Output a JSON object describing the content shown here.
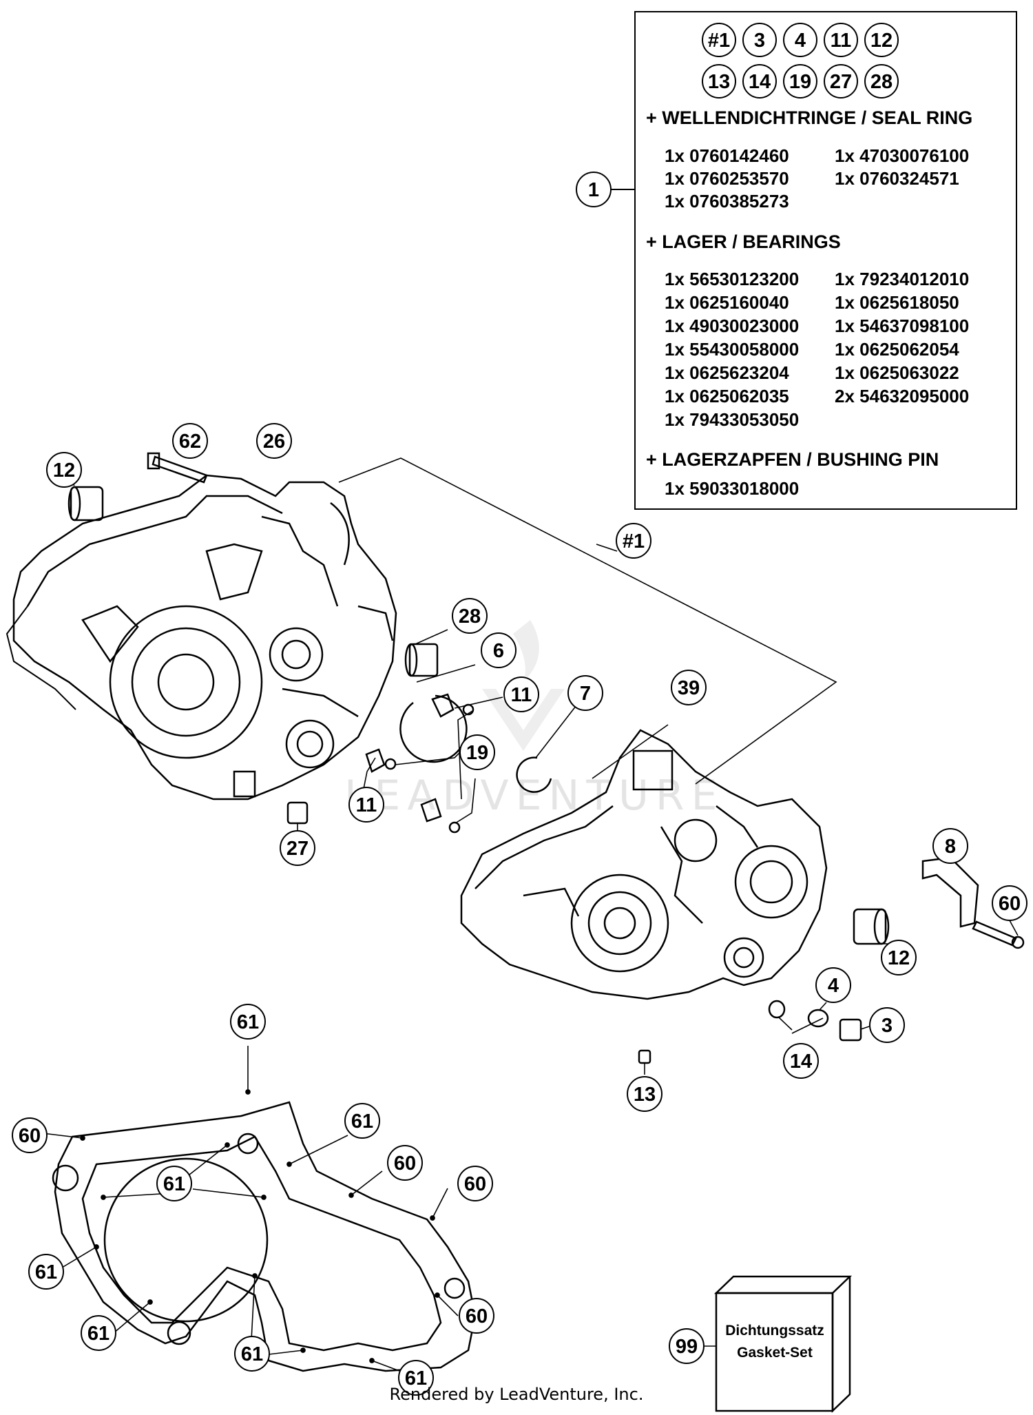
{
  "kit_box": {
    "callouts_row1": [
      "#1",
      "3",
      "4",
      "11",
      "12"
    ],
    "callouts_row2": [
      "13",
      "14",
      "19",
      "27",
      "28"
    ],
    "sections": [
      {
        "heading": "+ WELLENDICHTRINGE / SEAL RING",
        "items": [
          "1x 0760142460",
          "1x 47030076100",
          "1x 0760253570",
          "1x 0760324571",
          "1x 0760385273"
        ]
      },
      {
        "heading": "+ LAGER / BEARINGS",
        "items": [
          "1x 56530123200",
          "1x 79234012010",
          "1x 0625160040",
          "1x 0625618050",
          "1x 49030023000",
          "1x 54637098100",
          "1x 55430058000",
          "1x 0625062054",
          "1x 0625623204",
          "1x 0625063022",
          "1x 0625062035",
          "2x 54632095000",
          "1x 79433053050"
        ]
      },
      {
        "heading": "+ LAGERZAPFEN / BUSHING PIN",
        "items": [
          "1x 59033018000"
        ]
      }
    ]
  },
  "callouts": {
    "c1": "1",
    "c12a": "12",
    "c62": "62",
    "c26": "26",
    "c28": "28",
    "c6": "6",
    "c11a": "11",
    "c7": "7",
    "c39": "39",
    "c19": "19",
    "c11b": "11",
    "c27": "27",
    "c8": "8",
    "c60a": "60",
    "c12b": "12",
    "c4": "4",
    "c3": "3",
    "c14": "14",
    "c13": "13",
    "c61a": "61",
    "c60b": "60",
    "c61b": "61",
    "c61c": "61",
    "c60c": "60",
    "c60d": "60",
    "c61d": "61",
    "c61e": "61",
    "c60e": "60",
    "c61f": "61",
    "c61g": "61",
    "c99": "99",
    "c_hash1": "#1"
  },
  "gasket_set": {
    "line1": "Dichtungssatz",
    "line2": "Gasket-Set"
  },
  "watermark": "LEADVENTURE",
  "credit": "Rendered by LeadVenture, Inc."
}
